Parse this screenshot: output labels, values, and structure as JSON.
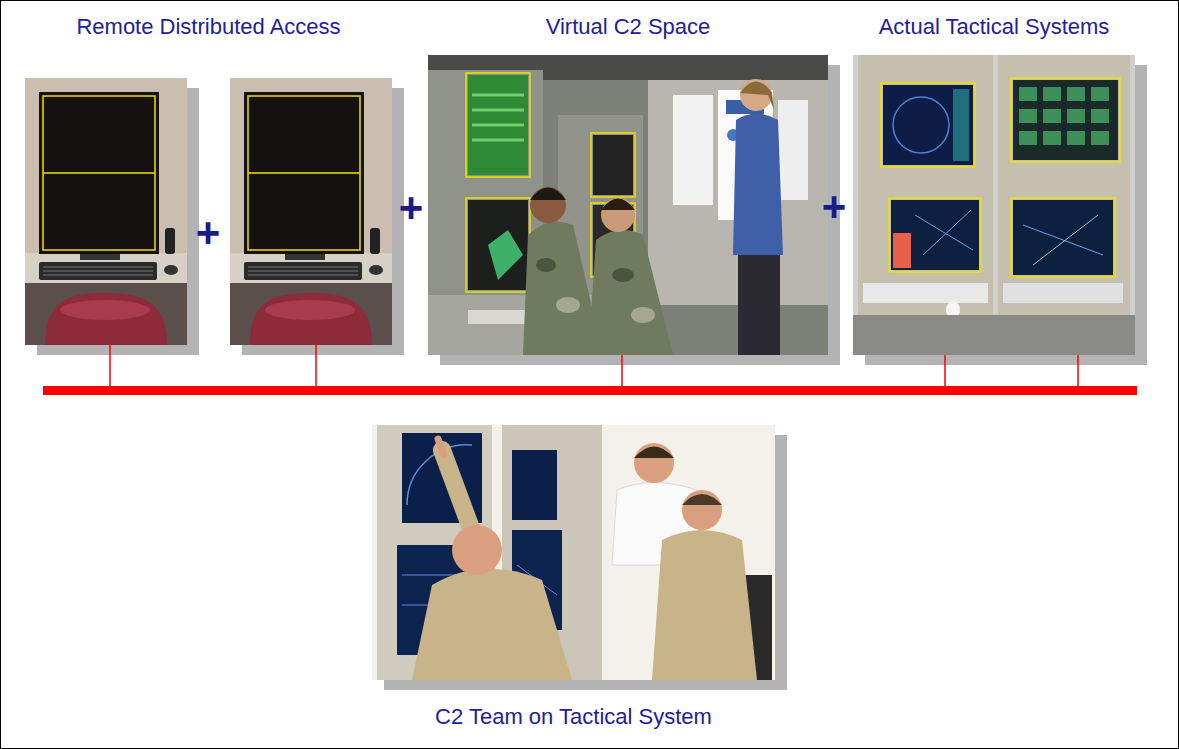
{
  "diagram": {
    "nodes": [
      {
        "text": [
          "Remote Distributed Access"
        ]
      },
      {
        "text": [
          "Virtual C2 Space"
        ]
      },
      {
        "text": [
          "Actual Tactical Systems"
        ]
      },
      {
        "text": [
          "C2 Team on Tactical System"
        ]
      }
    ],
    "labels": [
      "+",
      "+",
      "+"
    ]
  }
}
